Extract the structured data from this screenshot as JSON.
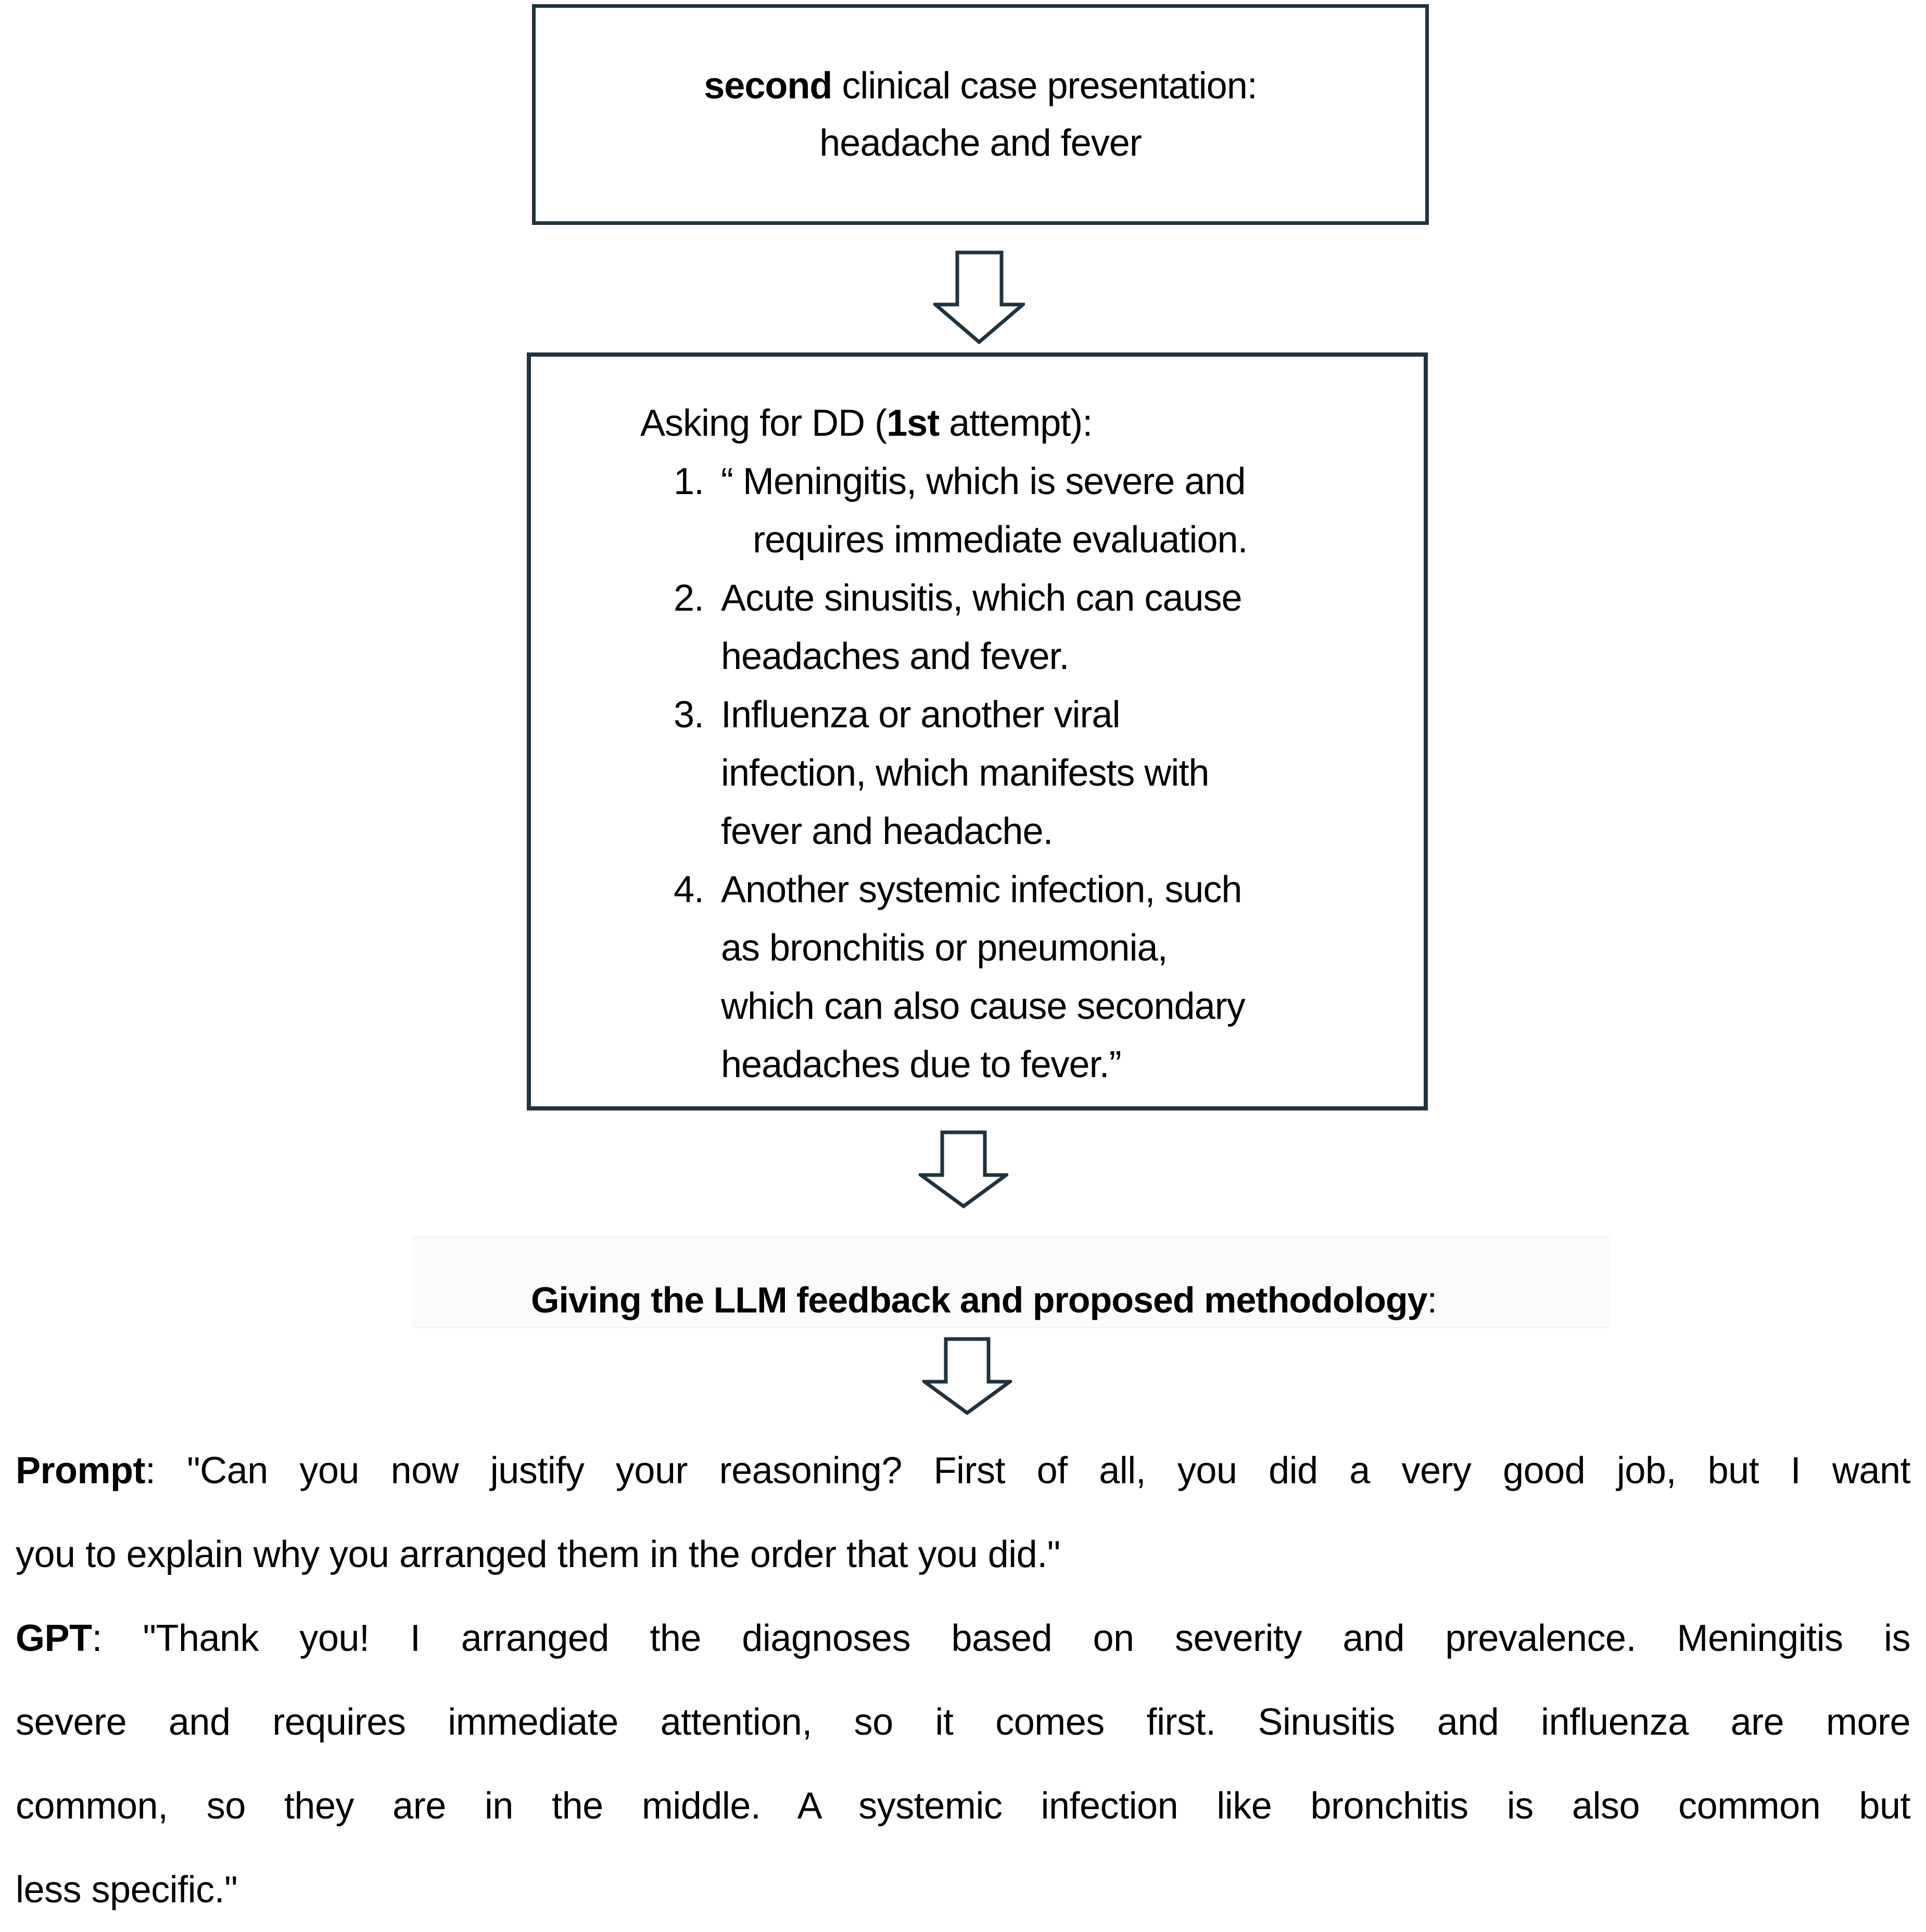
{
  "colors": {
    "outline": "#20333f",
    "text": "#000000",
    "band": "#fbfbfb"
  },
  "icons": {
    "flow_arrow": "down-arrow-icon"
  },
  "case_box": {
    "lines": [
      [
        {
          "t": "second",
          "b": true
        },
        {
          "t": " clinical case presentation:"
        }
      ],
      [
        {
          "t": "headache and fever"
        }
      ]
    ]
  },
  "dd_box": {
    "title": [
      {
        "t": "Asking for DD ("
      },
      {
        "t": "1st",
        "b": true
      },
      {
        "t": " attempt):"
      }
    ],
    "items": [
      {
        "num": "1.",
        "lines": [
          {
            "text": "“ Meningitis, which is severe and"
          },
          {
            "text": "requires immediate evaluation.",
            "indent": true
          }
        ]
      },
      {
        "num": "2.",
        "lines": [
          {
            "text": "Acute sinusitis, which can cause"
          },
          {
            "text": "headaches and fever."
          }
        ]
      },
      {
        "num": "3.",
        "lines": [
          {
            "text": "Influenza or another viral"
          },
          {
            "text": "infection, which manifests with"
          },
          {
            "text": "fever and headache."
          }
        ]
      },
      {
        "num": "4.",
        "lines": [
          {
            "text": "Another systemic infection, such"
          },
          {
            "text": "as bronchitis or pneumonia,"
          },
          {
            "text": "which can also cause secondary"
          },
          {
            "text": "headaches due to fever.”"
          }
        ]
      }
    ]
  },
  "section_heading": [
    {
      "t": "Giving the LLM feedback and proposed methodology",
      "b": true
    },
    {
      "t": ":"
    }
  ],
  "transcript": {
    "paragraphs": [
      {
        "speaker": "Prompt",
        "lines": [
          [
            {
              "t": "Prompt",
              "b": true
            },
            {
              "t": ": \"Can you now justify your reasoning? First of all, you did a very good job, but I want"
            }
          ],
          [
            {
              "t": "you to explain why you arranged them in the order that you did.\""
            }
          ]
        ]
      },
      {
        "speaker": "GPT",
        "lines": [
          [
            {
              "t": "GPT",
              "b": true
            },
            {
              "t": ": \"Thank you! I arranged the diagnoses based on severity and prevalence. Meningitis is"
            }
          ],
          [
            {
              "t": "severe and requires immediate attention, so it comes first. Sinusitis and influenza are more"
            }
          ],
          [
            {
              "t": "common, so they are in the middle. A systemic infection like bronchitis is also common but"
            }
          ],
          [
            {
              "t": "less specific.\""
            }
          ]
        ]
      }
    ]
  }
}
